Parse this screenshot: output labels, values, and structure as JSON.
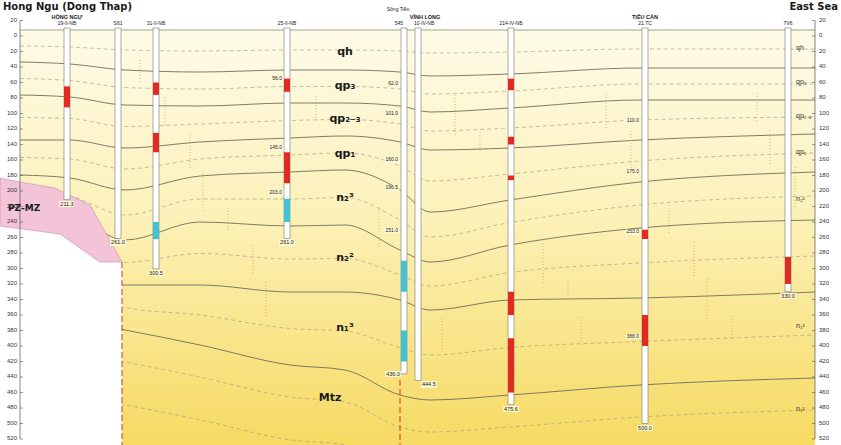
{
  "diagram": {
    "labels": [
      "Hong Ngu (Dong Thap)",
      "East Sea",
      "qh",
      "qp₃",
      "qp₂₋₃",
      "qp₁",
      "n₂³",
      "n₂²",
      "n₁³",
      "Mtz",
      "PZ-MZ",
      "qh",
      "qp₃",
      "qp₂₋₃",
      "qp₁",
      "n₂²",
      "n₁³",
      "n₁²",
      "HỒNG NGỰ",
      "29-II-NB",
      "S61",
      "31-II-NB",
      "25-II-NB",
      "Sông Tiền",
      "545",
      "VĨNH LONG",
      "10-IV-NB",
      "214-IV-NB",
      "TIỂU CẦN",
      "21.TC",
      "TV6",
      "211.3",
      "261.0",
      "300.5",
      "261.0",
      "436.0",
      "444.5",
      "475.6",
      "500.0",
      "330.0",
      "62.0",
      "101.0",
      "160.0",
      "196.5",
      "251.0",
      "110.0",
      "175.0",
      "253.0",
      "388.0",
      "56.0",
      "145.0",
      "203.0",
      "20",
      "0",
      "20",
      "40",
      "60",
      "80",
      "100",
      "120",
      "140",
      "160",
      "180",
      "200",
      "220",
      "240",
      "260",
      "280",
      "300",
      "320",
      "340",
      "360",
      "380",
      "400",
      "420",
      "440",
      "460",
      "480",
      "500",
      "520",
      "20",
      "0",
      "20",
      "40",
      "60",
      "80",
      "100",
      "120",
      "140",
      "160",
      "180",
      "200",
      "220",
      "240",
      "260",
      "280",
      "300",
      "320",
      "340",
      "360",
      "380",
      "400",
      "420",
      "440",
      "460",
      "480",
      "500",
      "520"
    ]
  }
}
